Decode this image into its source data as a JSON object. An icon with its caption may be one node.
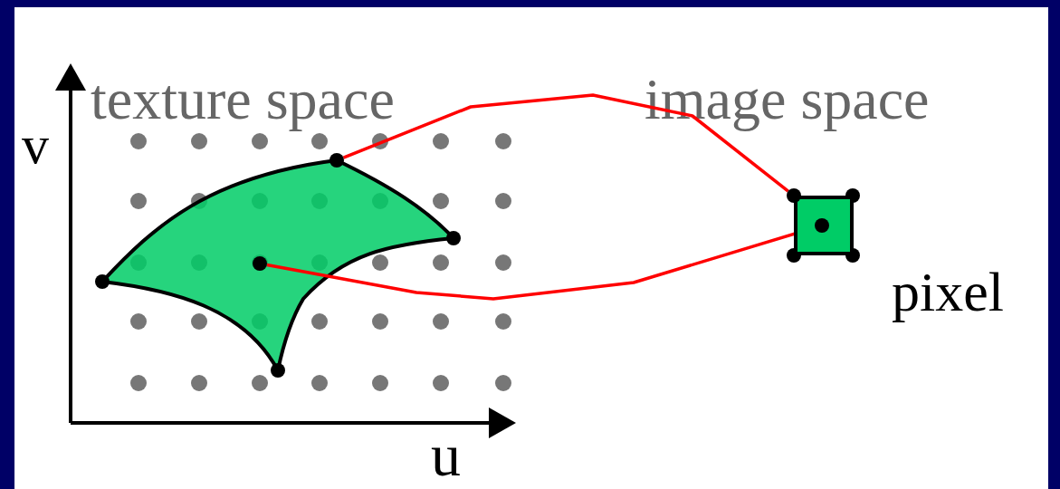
{
  "diagram": {
    "nodes": [
      {
        "text": [],
        "shape": "circle"
      },
      {
        "text": [],
        "shape": "circle"
      },
      {
        "text": [],
        "shape": "box",
        "beside": [
          "pixel"
        ]
      },
      {
        "text": [],
        "shape": "circle"
      },
      {
        "text": [],
        "shape": "circle",
        "in": 2
      }
    ],
    "edges": [
      {
        "from": 0,
        "to": 3,
        "arrow": "none"
      },
      {
        "from": 1,
        "to": 4,
        "arrow": "none"
      }
    ],
    "labels": [
      "texture space",
      "image space",
      "v",
      "u"
    ]
  }
}
